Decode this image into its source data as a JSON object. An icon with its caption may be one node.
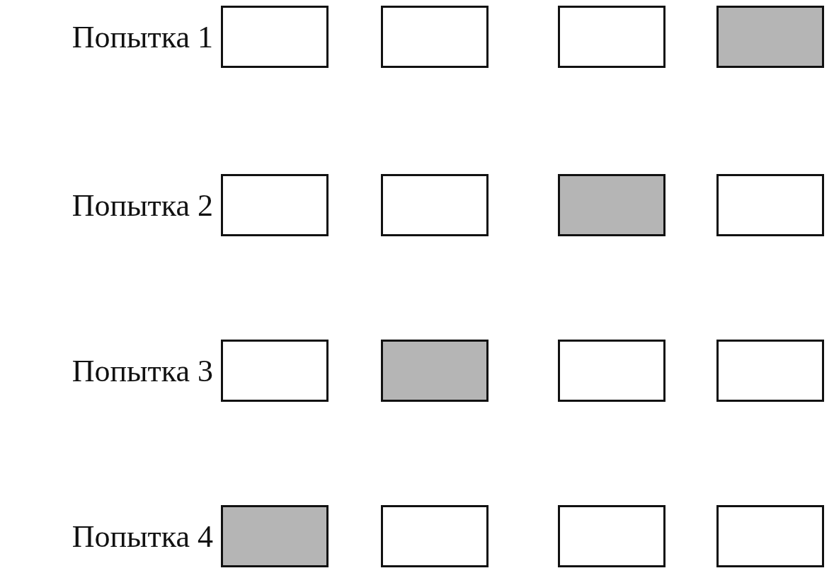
{
  "diagram": {
    "nodes": [
      {
        "text": [],
        "shape": "box",
        "beside": [
          "Попытка 1"
        ]
      },
      {
        "text": [],
        "shape": "box"
      },
      {
        "text": [],
        "shape": "box"
      },
      {
        "text": [],
        "shape": "box"
      },
      {
        "text": [],
        "shape": "box",
        "beside": [
          "Попытка 2"
        ]
      },
      {
        "text": [],
        "shape": "box"
      },
      {
        "text": [],
        "shape": "box"
      },
      {
        "text": [],
        "shape": "box"
      },
      {
        "text": [],
        "shape": "box",
        "beside": [
          "Попытка 3"
        ]
      },
      {
        "text": [],
        "shape": "box"
      },
      {
        "text": [],
        "shape": "box"
      },
      {
        "text": [],
        "shape": "box"
      },
      {
        "text": [],
        "shape": "box",
        "beside": [
          "Попытка 4"
        ]
      },
      {
        "text": [],
        "shape": "box"
      },
      {
        "text": [],
        "shape": "box"
      },
      {
        "text": [],
        "shape": "box"
      }
    ]
  }
}
